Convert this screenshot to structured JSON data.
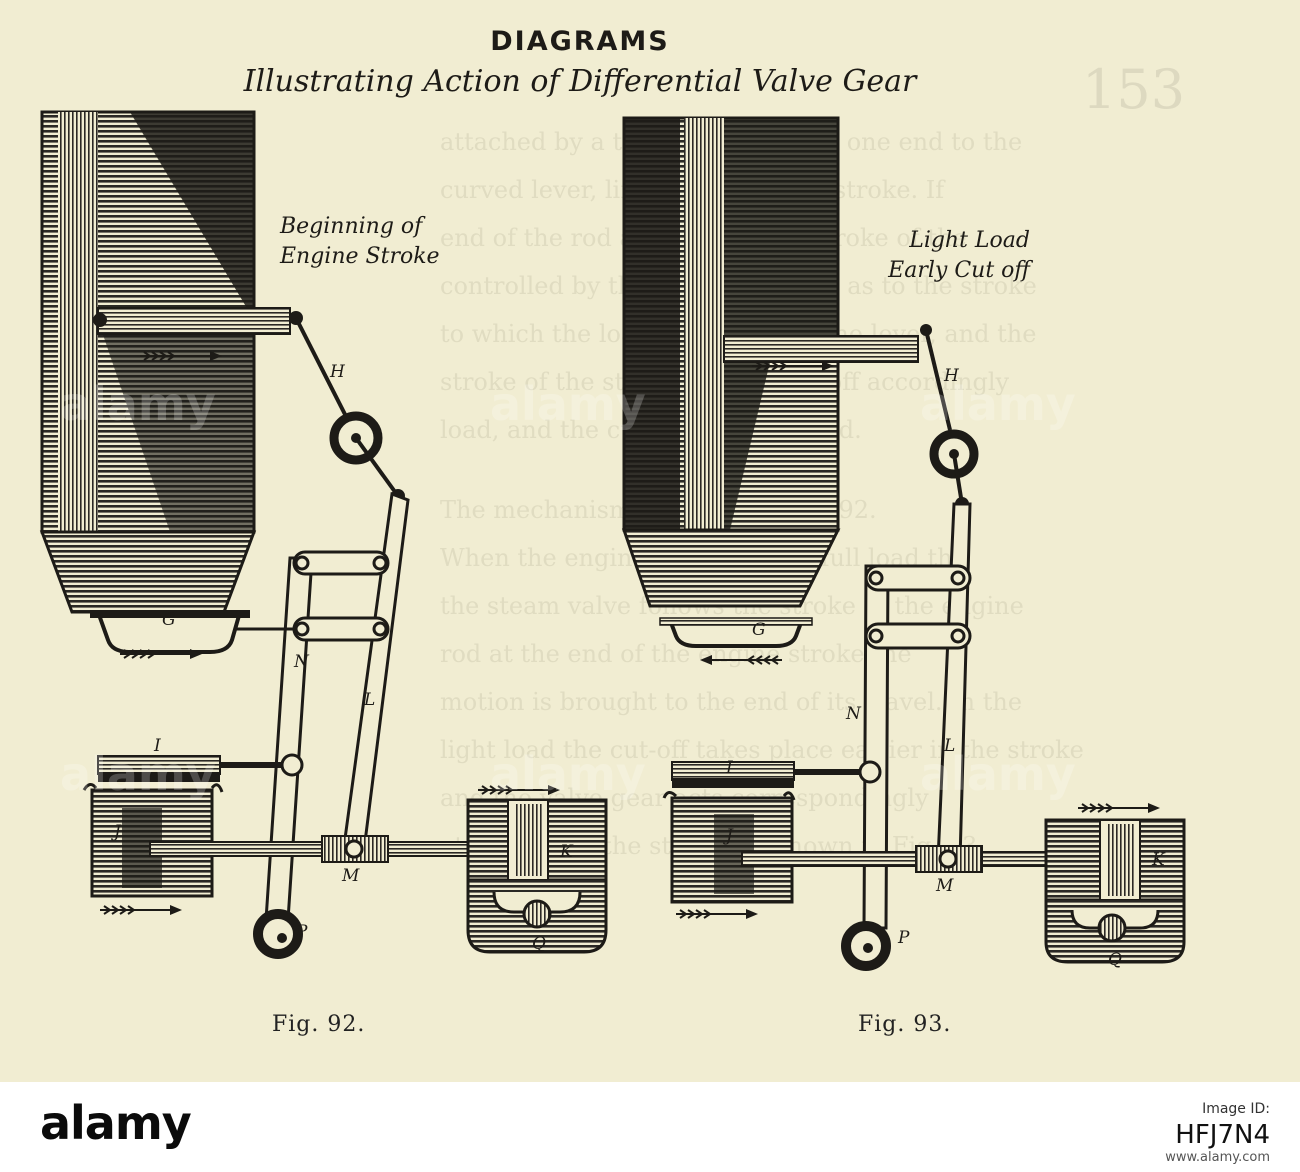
{
  "page": {
    "title": "DIAGRAMS",
    "subtitle": "Illustrating Action of Differential Valve Gear",
    "page_number": "153"
  },
  "background_text": [
    "attached by a thin rod pivoted at one end to the",
    "curved lever, link, and the lever stroke. If",
    "end of the rod attached to the stroke of the",
    "controlled by the lever, it follows as to the stroke",
    "to which the load stroke varies the lever, and the",
    "stroke of the steam valve is cut off accordingly",
    "load, and the cut-off is diminished.",
    "The mechanism is shown in Fig. 92.",
    "When the engine is working at full load the",
    "the steam valve follows the stroke of the engine",
    "rod at the end of the engine stroke the",
    "motion is brought to the end of its travel. In the",
    "light load the cut-off takes place earlier in the stroke",
    "and the valve gear acts correspondingly",
    "at the end of the stroke, as shown in Fig. 93."
  ],
  "fig92": {
    "caption": "Fig. 92.",
    "annotation_line1": "Beginning of",
    "annotation_line2": "Engine Stroke",
    "labels": {
      "H": "H",
      "G": "G",
      "N": "N",
      "L": "L",
      "I": "I",
      "J": "J",
      "M": "M",
      "K": "K",
      "P": "P",
      "Q": "Q"
    }
  },
  "fig93": {
    "caption": "Fig. 93.",
    "annotation_line1": "Light Load",
    "annotation_line2": "Early Cut off",
    "labels": {
      "H": "H",
      "G": "G",
      "N": "N",
      "L": "L",
      "I": "I",
      "J": "J",
      "M": "M",
      "K": "K",
      "P": "P",
      "Q": "Q"
    }
  },
  "watermark": {
    "brand": "alamy",
    "id_label": "Image ID:",
    "image_id": "HFJ7N4",
    "url": "www.alamy.com"
  },
  "colors": {
    "ink": "#1d1b17",
    "paper": "#f1edd2",
    "hatch": "#2a2824"
  }
}
